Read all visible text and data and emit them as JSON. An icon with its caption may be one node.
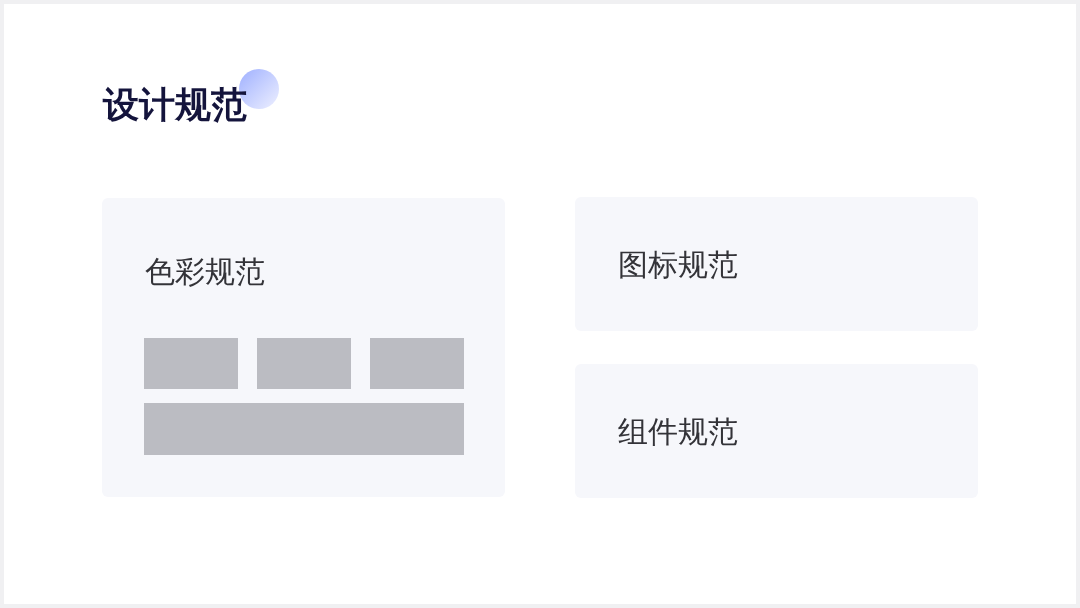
{
  "diagram": {
    "title": "设计规范",
    "nodes": [
      {
        "text": [
          "色彩规范"
        ]
      },
      {
        "text": [
          "图标规范"
        ]
      },
      {
        "text": [
          "组件规范"
        ]
      }
    ]
  }
}
